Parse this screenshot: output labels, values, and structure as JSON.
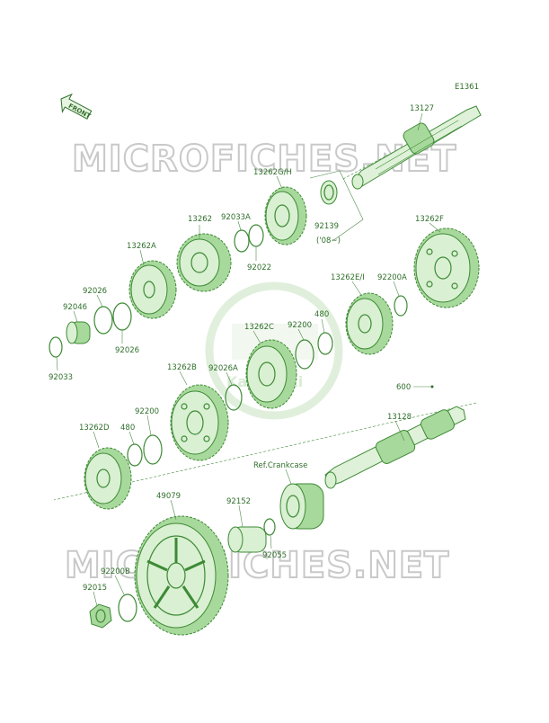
{
  "diagram_id": "E1361",
  "front_label": "FRONT",
  "watermarks": {
    "site_top": "MICROFICHES.NET",
    "site_bottom": "MICROFICHES.NET",
    "center_logo": "Kawasaki"
  },
  "parts": {
    "p13127": "13127",
    "p13262GH": "13262G/H",
    "p92139": "92139",
    "p92139_note": "('08~)",
    "p13262": "13262",
    "p92033A": "92033A",
    "p92022": "92022",
    "p13262F": "13262F",
    "p13262A": "13262A",
    "p92026_top": "92026",
    "p92046": "92046",
    "p92026_bottom": "92026",
    "p92033": "92033",
    "p13262EI": "13262E/I",
    "p92200A": "92200A",
    "p480_top": "480",
    "p92200_top": "92200",
    "p13262C": "13262C",
    "p13262B": "13262B",
    "p92026A": "92026A",
    "p600": "600",
    "p13128": "13128",
    "p92200_mid": "92200",
    "p480_mid": "480",
    "p13262D": "13262D",
    "pRefCrankcase": "Ref.Crankcase",
    "p49079": "49079",
    "p92152": "92152",
    "p92055": "92055",
    "p92200B": "92200B",
    "p92015": "92015"
  }
}
